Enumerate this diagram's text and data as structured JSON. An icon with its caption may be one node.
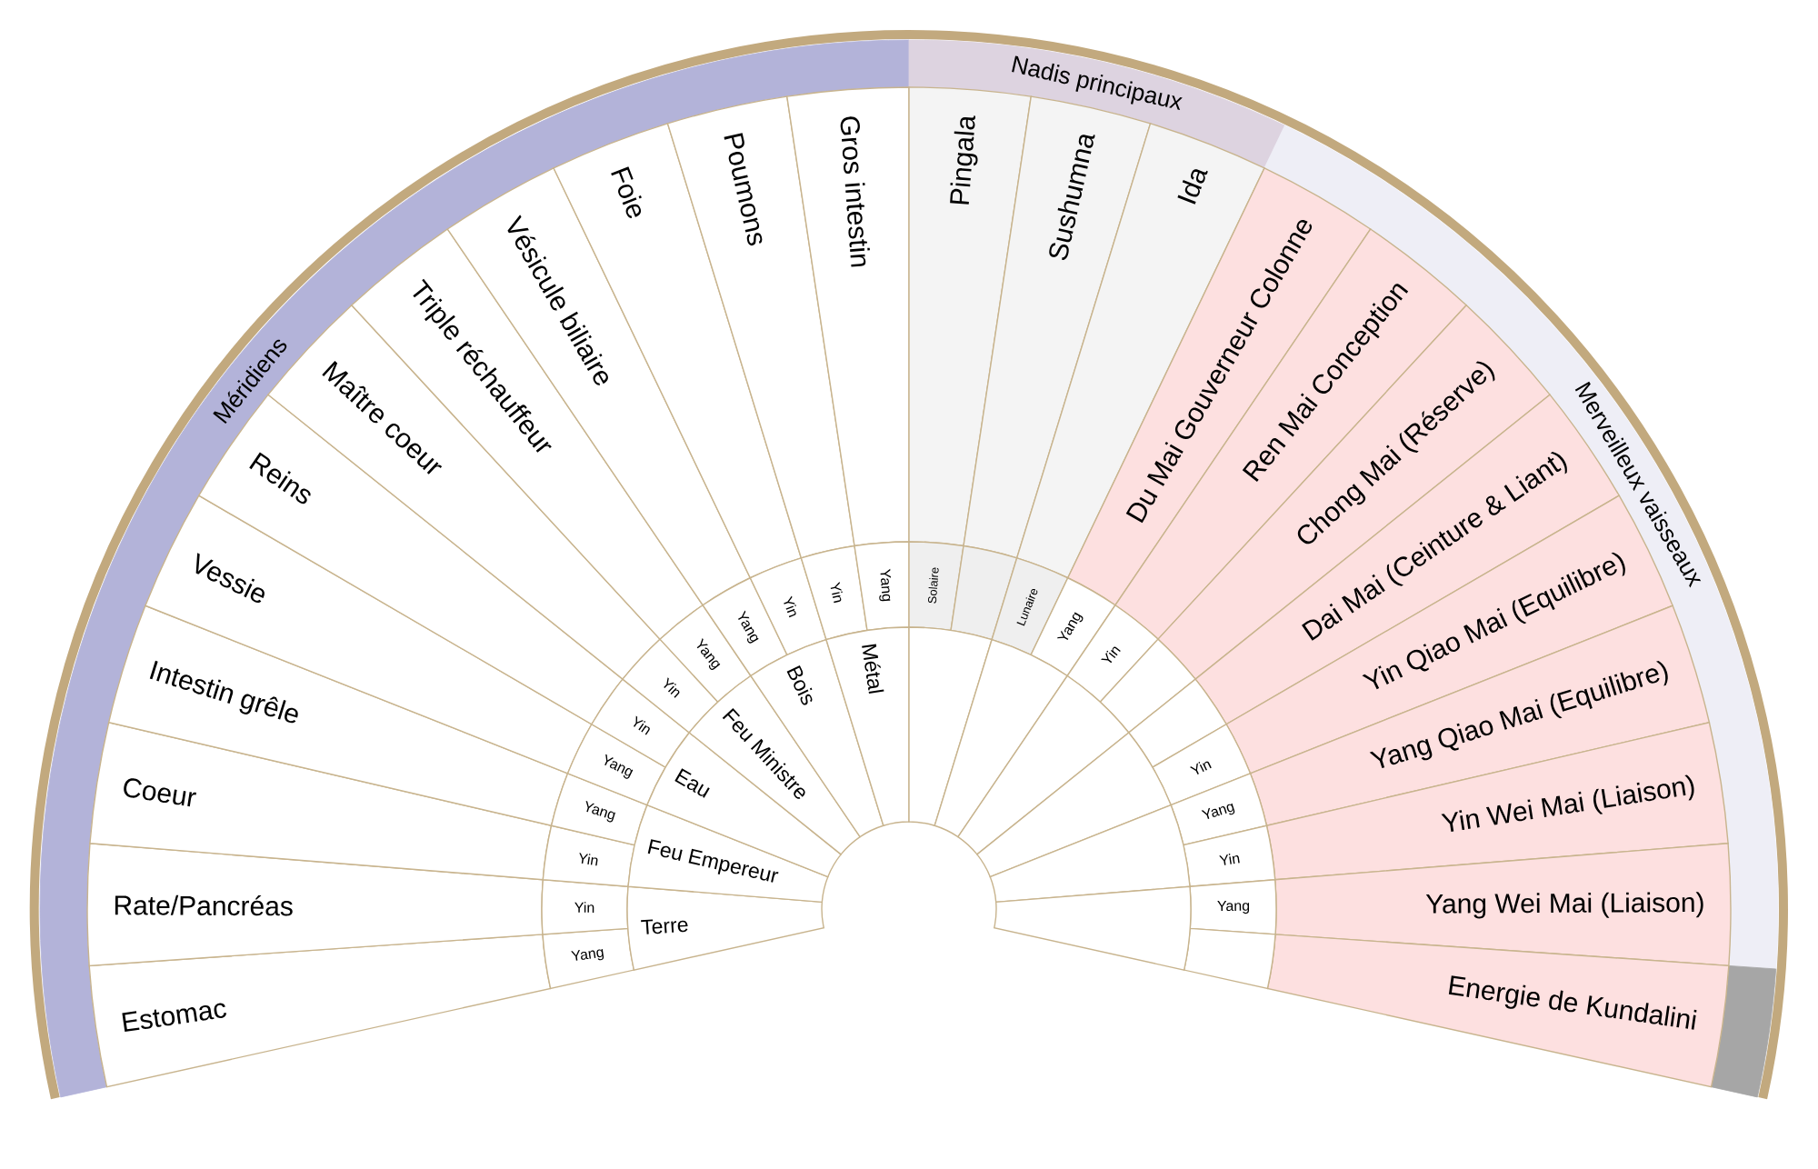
{
  "diagram": {
    "nodes": [
      {
        "text": [
          "Méridiens"
        ]
      },
      {
        "text": [
          "Nadis principaux"
        ]
      },
      {
        "text": [
          "Merveilleux vaisseaux"
        ]
      },
      {
        "text": [],
        "shape": "sector"
      },
      {
        "text": [
          "Estomac"
        ]
      },
      {
        "text": [
          "Rate/Pancréas"
        ]
      },
      {
        "text": [
          "Coeur"
        ]
      },
      {
        "text": [
          "Intestin grêle"
        ]
      },
      {
        "text": [
          "Vessie"
        ]
      },
      {
        "text": [
          "Reins"
        ]
      },
      {
        "text": [
          "Maître coeur"
        ]
      },
      {
        "text": [
          "Triple réchauffeur"
        ]
      },
      {
        "text": [
          "Vésicule biliaire"
        ]
      },
      {
        "text": [
          "Foie"
        ]
      },
      {
        "text": [
          "Poumons"
        ]
      },
      {
        "text": [
          "Gros intestin"
        ]
      },
      {
        "text": [
          "Pingala"
        ]
      },
      {
        "text": [
          "Sushumna"
        ]
      },
      {
        "text": [
          "Ida"
        ]
      },
      {
        "text": [
          "Du Mai Gouverneur Colonne"
        ]
      },
      {
        "text": [
          "Ren Mai Conception"
        ]
      },
      {
        "text": [
          "Chong Mai (Réserve)"
        ]
      },
      {
        "text": [
          "Dai Mai (Ceinture & Liant)"
        ]
      },
      {
        "text": [
          "Yin Qiao Mai (Equilibre)"
        ]
      },
      {
        "text": [
          "Yang Qiao Mai (Equilibre)"
        ]
      },
      {
        "text": [
          "Yin Wei Mai (Liaison)"
        ]
      },
      {
        "text": [
          "Yang Wei Mai (Liaison)"
        ]
      },
      {
        "text": [
          "Energie de Kundalini"
        ]
      },
      {
        "text": [
          "Yang"
        ]
      },
      {
        "text": [
          "Yin"
        ]
      },
      {
        "text": [
          "Yin"
        ]
      },
      {
        "text": [
          "Yang"
        ]
      },
      {
        "text": [
          "Yang"
        ]
      },
      {
        "text": [
          "Yin"
        ]
      },
      {
        "text": [
          "Yin"
        ]
      },
      {
        "text": [
          "Yang"
        ]
      },
      {
        "text": [
          "Yang"
        ]
      },
      {
        "text": [
          "Yin"
        ]
      },
      {
        "text": [
          "Yin"
        ]
      },
      {
        "text": [
          "Yang"
        ]
      },
      {
        "text": [
          "Solaire"
        ]
      },
      {
        "text": [],
        "shape": "sector"
      },
      {
        "text": [
          "Lunaire"
        ]
      },
      {
        "text": [
          "Yang"
        ]
      },
      {
        "text": [
          "Yin"
        ]
      },
      {
        "text": [],
        "shape": "sector"
      },
      {
        "text": [],
        "shape": "sector"
      },
      {
        "text": [
          "Yin"
        ]
      },
      {
        "text": [
          "Yang"
        ]
      },
      {
        "text": [
          "Yin"
        ]
      },
      {
        "text": [
          "Yang"
        ]
      },
      {
        "text": [],
        "shape": "sector"
      },
      {
        "text": [
          "Terre"
        ]
      },
      {
        "text": [
          "Feu Empereur"
        ]
      },
      {
        "text": [
          "Eau"
        ]
      },
      {
        "text": [
          "Feu Ministre"
        ]
      },
      {
        "text": [
          "Bois"
        ]
      },
      {
        "text": [
          "Métal"
        ]
      },
      {
        "text": [],
        "shape": "sector"
      },
      {
        "text": [],
        "shape": "sector"
      },
      {
        "text": [],
        "shape": "sector"
      },
      {
        "text": [],
        "shape": "sector"
      },
      {
        "text": [],
        "shape": "sector"
      },
      {
        "text": [],
        "shape": "sector"
      }
    ]
  }
}
